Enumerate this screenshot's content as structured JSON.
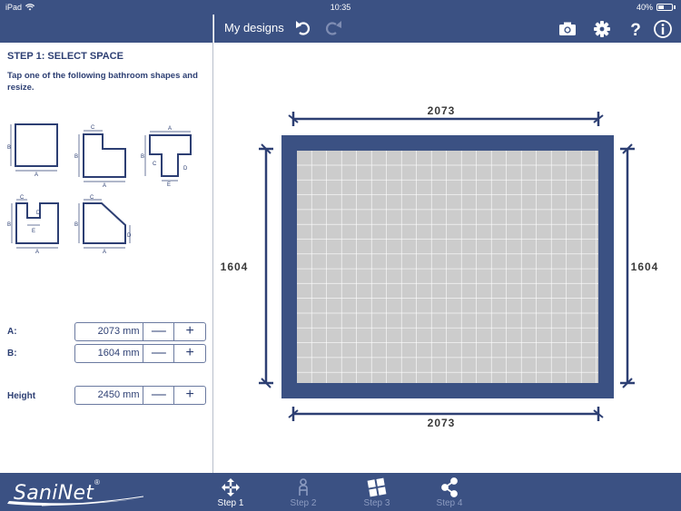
{
  "status_bar": {
    "device": "iPad",
    "time": "10:35",
    "battery": "40%"
  },
  "header": {
    "title": "My designs"
  },
  "sidebar": {
    "step_title": "STEP 1: SELECT SPACE",
    "instructions": "Tap one of the following bathroom shapes and resize.",
    "shapes": [
      {
        "id": "square",
        "labels": [
          "A",
          "B"
        ]
      },
      {
        "id": "l-shape",
        "labels": [
          "A",
          "B",
          "C"
        ]
      },
      {
        "id": "t-shape",
        "labels": [
          "A",
          "B",
          "C",
          "D",
          "E"
        ]
      },
      {
        "id": "u-shape",
        "labels": [
          "A",
          "B",
          "C",
          "D",
          "E"
        ]
      },
      {
        "id": "chamfer",
        "labels": [
          "A",
          "B",
          "C",
          "D"
        ]
      }
    ],
    "dimensions": {
      "a": {
        "label": "A:",
        "value": "2073 mm"
      },
      "b": {
        "label": "B:",
        "value": "1604 mm"
      },
      "height": {
        "label": "Height",
        "value": "2450 mm"
      },
      "minus": "—",
      "plus": "+"
    }
  },
  "canvas": {
    "top": "2073",
    "bottom": "2073",
    "left": "1604",
    "right": "1604"
  },
  "footer": {
    "logo": "SaniNet",
    "logo_mark": "®",
    "steps": [
      "Step 1",
      "Step 2",
      "Step 3",
      "Step 4"
    ]
  },
  "colors": {
    "brand": "#3b5183",
    "tile_grid": "#cccccc",
    "text": "#2d3f73"
  },
  "icons": [
    "wifi-icon",
    "undo-icon",
    "redo-icon",
    "camera-icon",
    "gear-icon",
    "help-icon",
    "info-icon",
    "move-arrows-icon",
    "person-icon",
    "tiles-icon",
    "share-icon"
  ]
}
